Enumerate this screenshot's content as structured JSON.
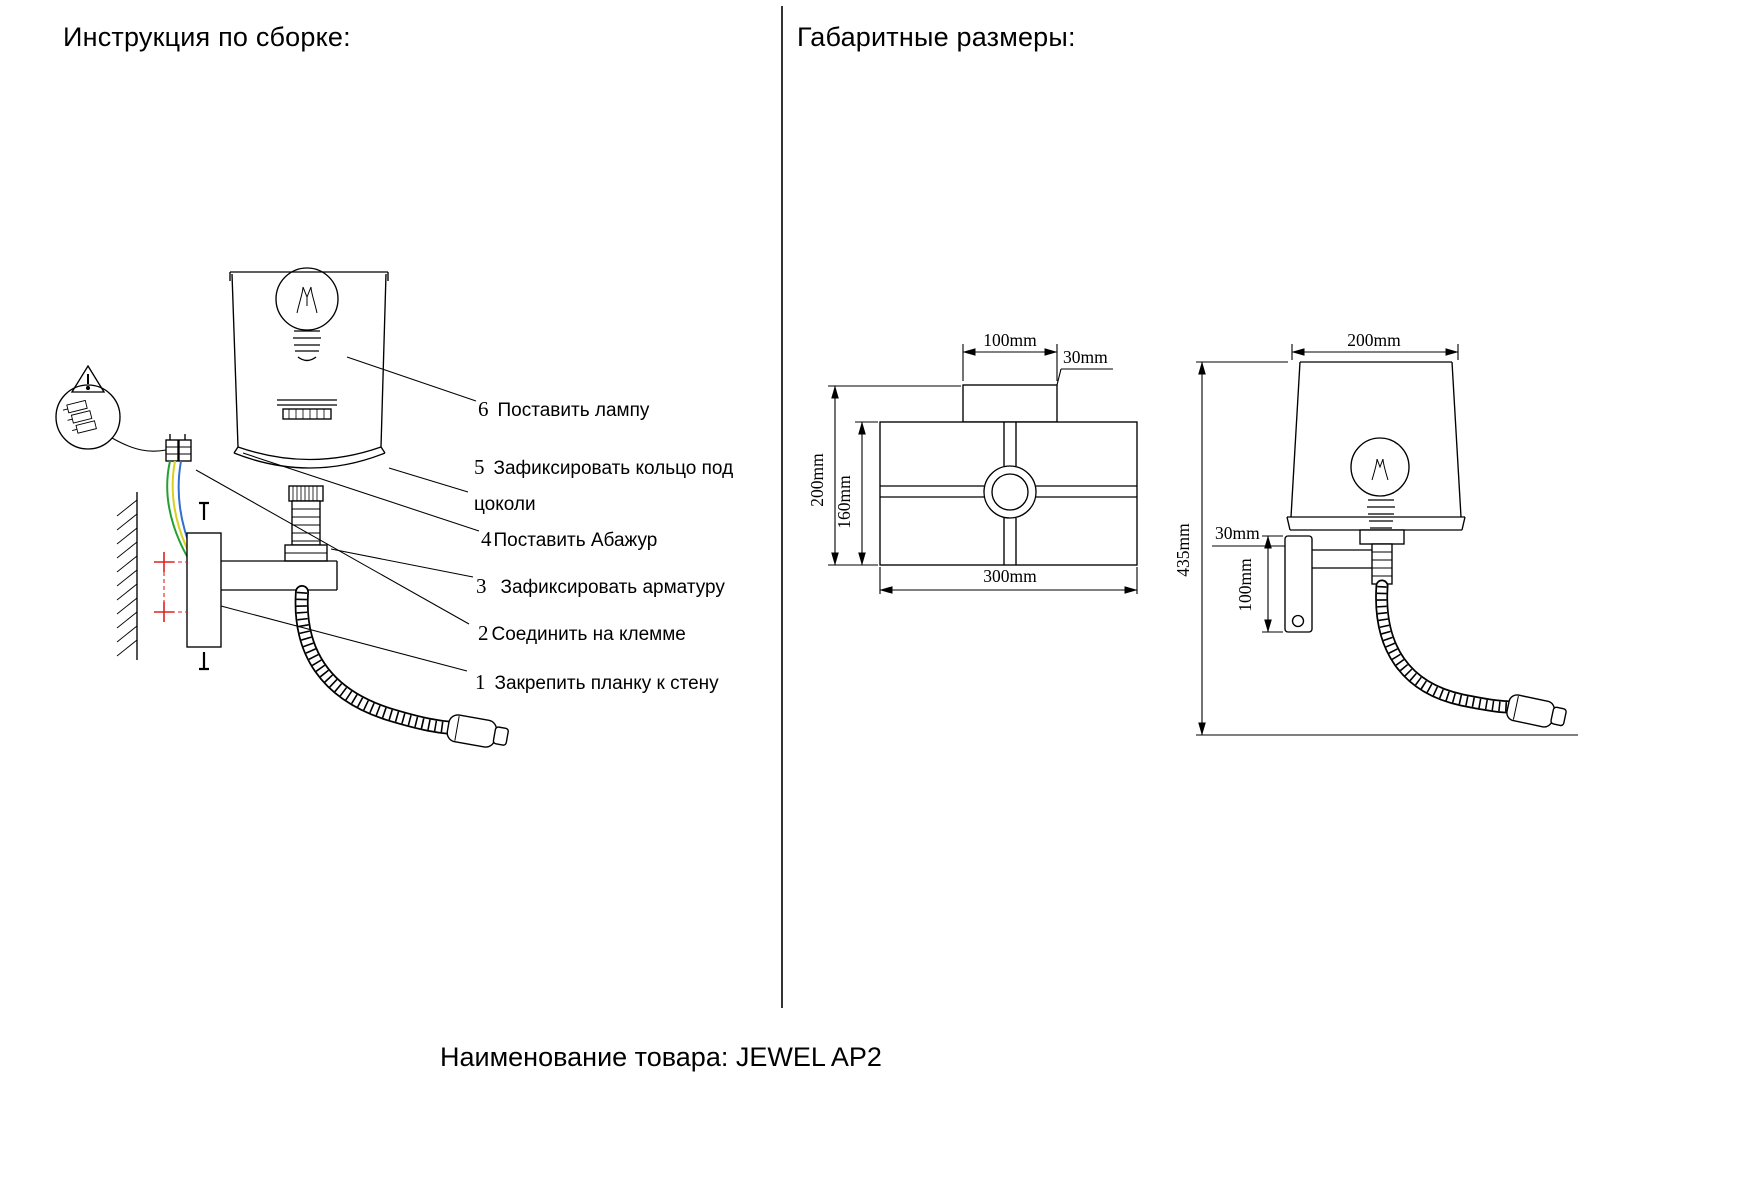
{
  "titles": {
    "left": "Инструкция по сборке:",
    "right": "Габаритные размеры:"
  },
  "footer": {
    "product_label": "Наименование товара: JEWEL AP2"
  },
  "steps": [
    {
      "num": "6",
      "text": "Поставить лампу"
    },
    {
      "num": "5",
      "text": "Зафиксировать кольцо под цоколи"
    },
    {
      "num": "4",
      "text": "Поставить Абажур"
    },
    {
      "num": "3",
      "text": "Зафиксировать арматуру"
    },
    {
      "num": "2",
      "text": "Соединить на клемме"
    },
    {
      "num": "1",
      "text": "Закрепить планку к стену"
    }
  ],
  "dimensions": {
    "front_view": {
      "canopy_width": "100mm",
      "canopy_height": "30mm",
      "overall_height": "200mm",
      "shade_height": "160mm",
      "shade_width": "300mm"
    },
    "side_view": {
      "shade_width": "200mm",
      "overall_height": "435mm",
      "backplate_depth": "30mm",
      "backplate_height": "100mm"
    }
  },
  "colors": {
    "line": "#000000",
    "wire_green": "#21a12e",
    "wire_yellow": "#d8cf1f",
    "wire_blue": "#2f6fd0",
    "screw_red": "#e02020"
  }
}
